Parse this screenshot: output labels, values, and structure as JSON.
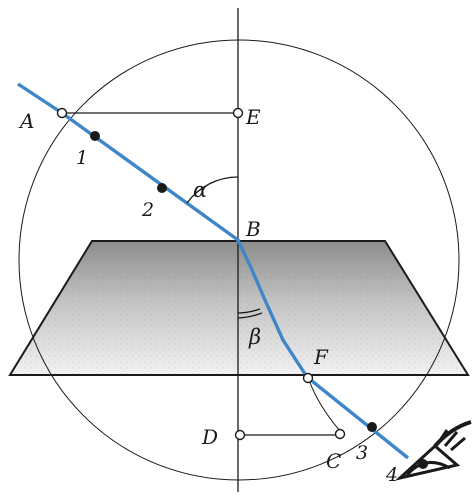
{
  "labels": {
    "A": "A",
    "E": "E",
    "B": "B",
    "F": "F",
    "C": "C",
    "D": "D",
    "alpha": "α",
    "beta": "β",
    "n1": "1",
    "n2": "2",
    "n3": "3",
    "n4": "4"
  },
  "colors": {
    "ray": "#3f86c8",
    "ink": "#1a1a1a",
    "glass_top": "#8f8f8f",
    "glass_bottom": "#f0f0f0"
  },
  "icons": {
    "eye": "eye-icon"
  }
}
